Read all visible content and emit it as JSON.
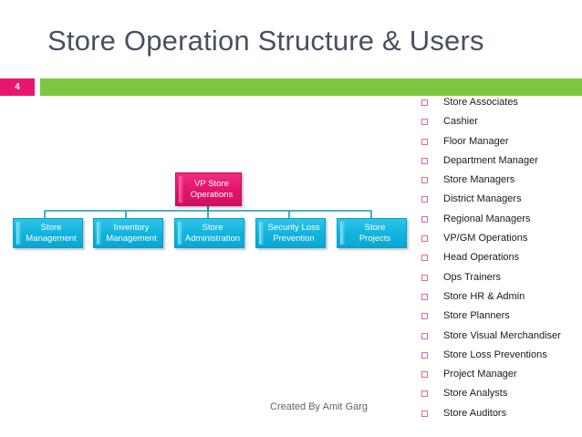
{
  "slide": {
    "title": "Store Operation Structure & Users",
    "page_number": "4",
    "footer_credit": "Created By Amit Garg",
    "colors": {
      "title_text": "#47515f",
      "accent_bar": "#7ec641",
      "page_badge": "#e8176e",
      "root_node": "#e0136a",
      "child_node": "#13b4de",
      "connector_line": "#1497b8",
      "bullet_marker": "#d66ba5",
      "background": "#ffffff"
    }
  },
  "org_chart": {
    "root": {
      "label": "VP Store\nOperations"
    },
    "children": [
      {
        "label": "Store\nManagement"
      },
      {
        "label": "Inventory\nManagement"
      },
      {
        "label": "Store\nAdministration"
      },
      {
        "label": "Security Loss\nPrevention"
      },
      {
        "label": "Store\nProjects"
      }
    ]
  },
  "roles_list": [
    {
      "label": "Store Associates",
      "icon": "square-bullet-icon"
    },
    {
      "label": "Cashier",
      "icon": "square-bullet-icon"
    },
    {
      "label": "Floor Manager",
      "icon": "square-bullet-icon"
    },
    {
      "label": "Department Manager",
      "icon": "square-bullet-icon"
    },
    {
      "label": "Store Managers",
      "icon": "square-bullet-icon"
    },
    {
      "label": "District Managers",
      "icon": "square-bullet-icon"
    },
    {
      "label": "Regional Managers",
      "icon": "square-bullet-icon"
    },
    {
      "label": "VP/GM Operations",
      "icon": "square-bullet-icon"
    },
    {
      "label": "Head Operations",
      "icon": "square-bullet-icon"
    },
    {
      "label": "Ops Trainers",
      "icon": "square-bullet-icon"
    },
    {
      "label": "Store HR & Admin",
      "icon": "square-bullet-icon"
    },
    {
      "label": "Store Planners",
      "icon": "square-bullet-icon"
    },
    {
      "label": "Store Visual Merchandiser",
      "icon": "square-bullet-icon"
    },
    {
      "label": "Store Loss Preventions",
      "icon": "square-bullet-icon"
    },
    {
      "label": "Project Manager",
      "icon": "square-bullet-icon"
    },
    {
      "label": "Store Analysts",
      "icon": "square-bullet-icon"
    },
    {
      "label": "Store Auditors",
      "icon": "square-bullet-icon"
    }
  ]
}
